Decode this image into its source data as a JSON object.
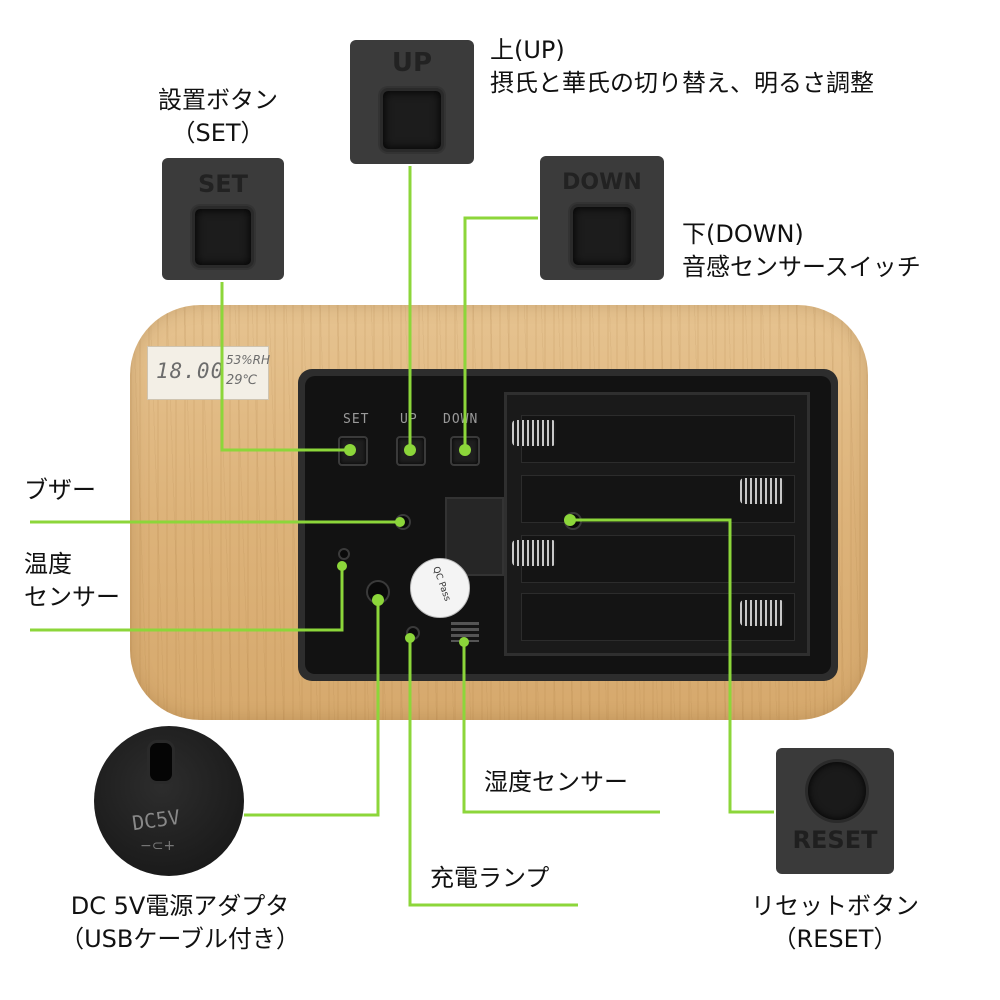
{
  "labels": {
    "set": {
      "line1": "設置ボタン",
      "line2": "（SET）"
    },
    "up": {
      "line1": "上(UP)",
      "line2": "摂氏と華氏の切り替え、明るさ調整"
    },
    "down": {
      "line1": "下(DOWN)",
      "line2": "音感センサースイッチ"
    },
    "buzzer": "ブザー",
    "temp_sensor": {
      "line1": "温度",
      "line2": "センサー"
    },
    "humidity_sensor": "湿度センサー",
    "charge_lamp": "充電ランプ",
    "dc": {
      "line1": "DC 5V電源アダプタ",
      "line2": "（USBケーブル付き）"
    },
    "reset": {
      "line1": "リセットボタン",
      "line2": "（RESET）"
    }
  },
  "buttons": {
    "set": "SET",
    "up": "UP",
    "down": "DOWN",
    "reset": "RESET"
  },
  "panel": {
    "set": "SET",
    "up": "UP",
    "down": "DOWN"
  },
  "lcd": {
    "time": "18.00",
    "humidity": "53%RH",
    "temperature": "29℃"
  },
  "adapter": {
    "text": "DC5V",
    "polarity": "−⊂+"
  },
  "sticker": "QC Pass",
  "colors": {
    "leader": "#8cd63a",
    "wood": "#ddb37a",
    "panel": "#121212"
  }
}
